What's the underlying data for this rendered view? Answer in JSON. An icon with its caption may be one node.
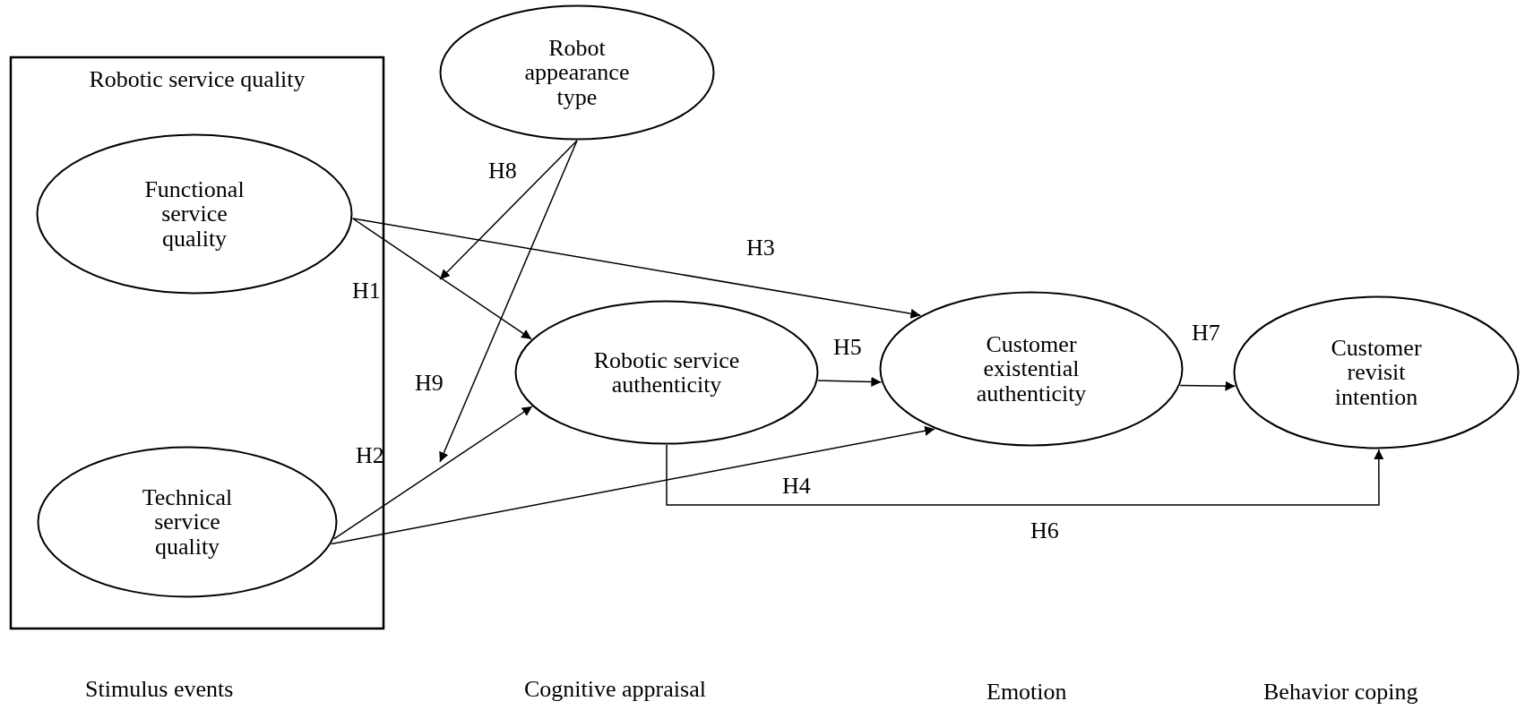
{
  "diagram": {
    "nodes": [
      {
        "text": [
          "Robotic service quality"
        ]
      },
      {
        "text": [
          "Functional service quality"
        ],
        "in": 0
      },
      {
        "text": [
          "Technical service quality"
        ],
        "in": 0
      },
      {
        "text": [
          "Robot appearance type"
        ]
      },
      {
        "text": [
          "Robotic service authenticity"
        ]
      },
      {
        "text": [
          "Customer existential authenticity"
        ]
      },
      {
        "text": [
          "Customer revisit intention"
        ]
      }
    ],
    "edges": [
      {
        "from": 1,
        "to": 4,
        "arrow": "to",
        "label": "H1"
      },
      {
        "from": 2,
        "to": 4,
        "arrow": "to",
        "label": "H2"
      },
      {
        "from": 1,
        "to": 5,
        "arrow": "to",
        "label": "H3"
      },
      {
        "from": 2,
        "to": 5,
        "arrow": "to",
        "label": "H4"
      },
      {
        "from": 4,
        "to": 5,
        "arrow": "to",
        "label": "H5"
      },
      {
        "from": 4,
        "to": 6,
        "arrow": "to",
        "label": "H6"
      },
      {
        "from": 5,
        "to": 6,
        "arrow": "to",
        "label": "H7"
      },
      {
        "from": 3,
        "to": null,
        "arrow": "to",
        "label": "H8"
      },
      {
        "from": 3,
        "to": null,
        "arrow": "to",
        "label": "H9"
      }
    ],
    "labels": [
      "Stimulus events",
      "Cognitive appraisal",
      "Emotion",
      "Behavior coping"
    ]
  }
}
